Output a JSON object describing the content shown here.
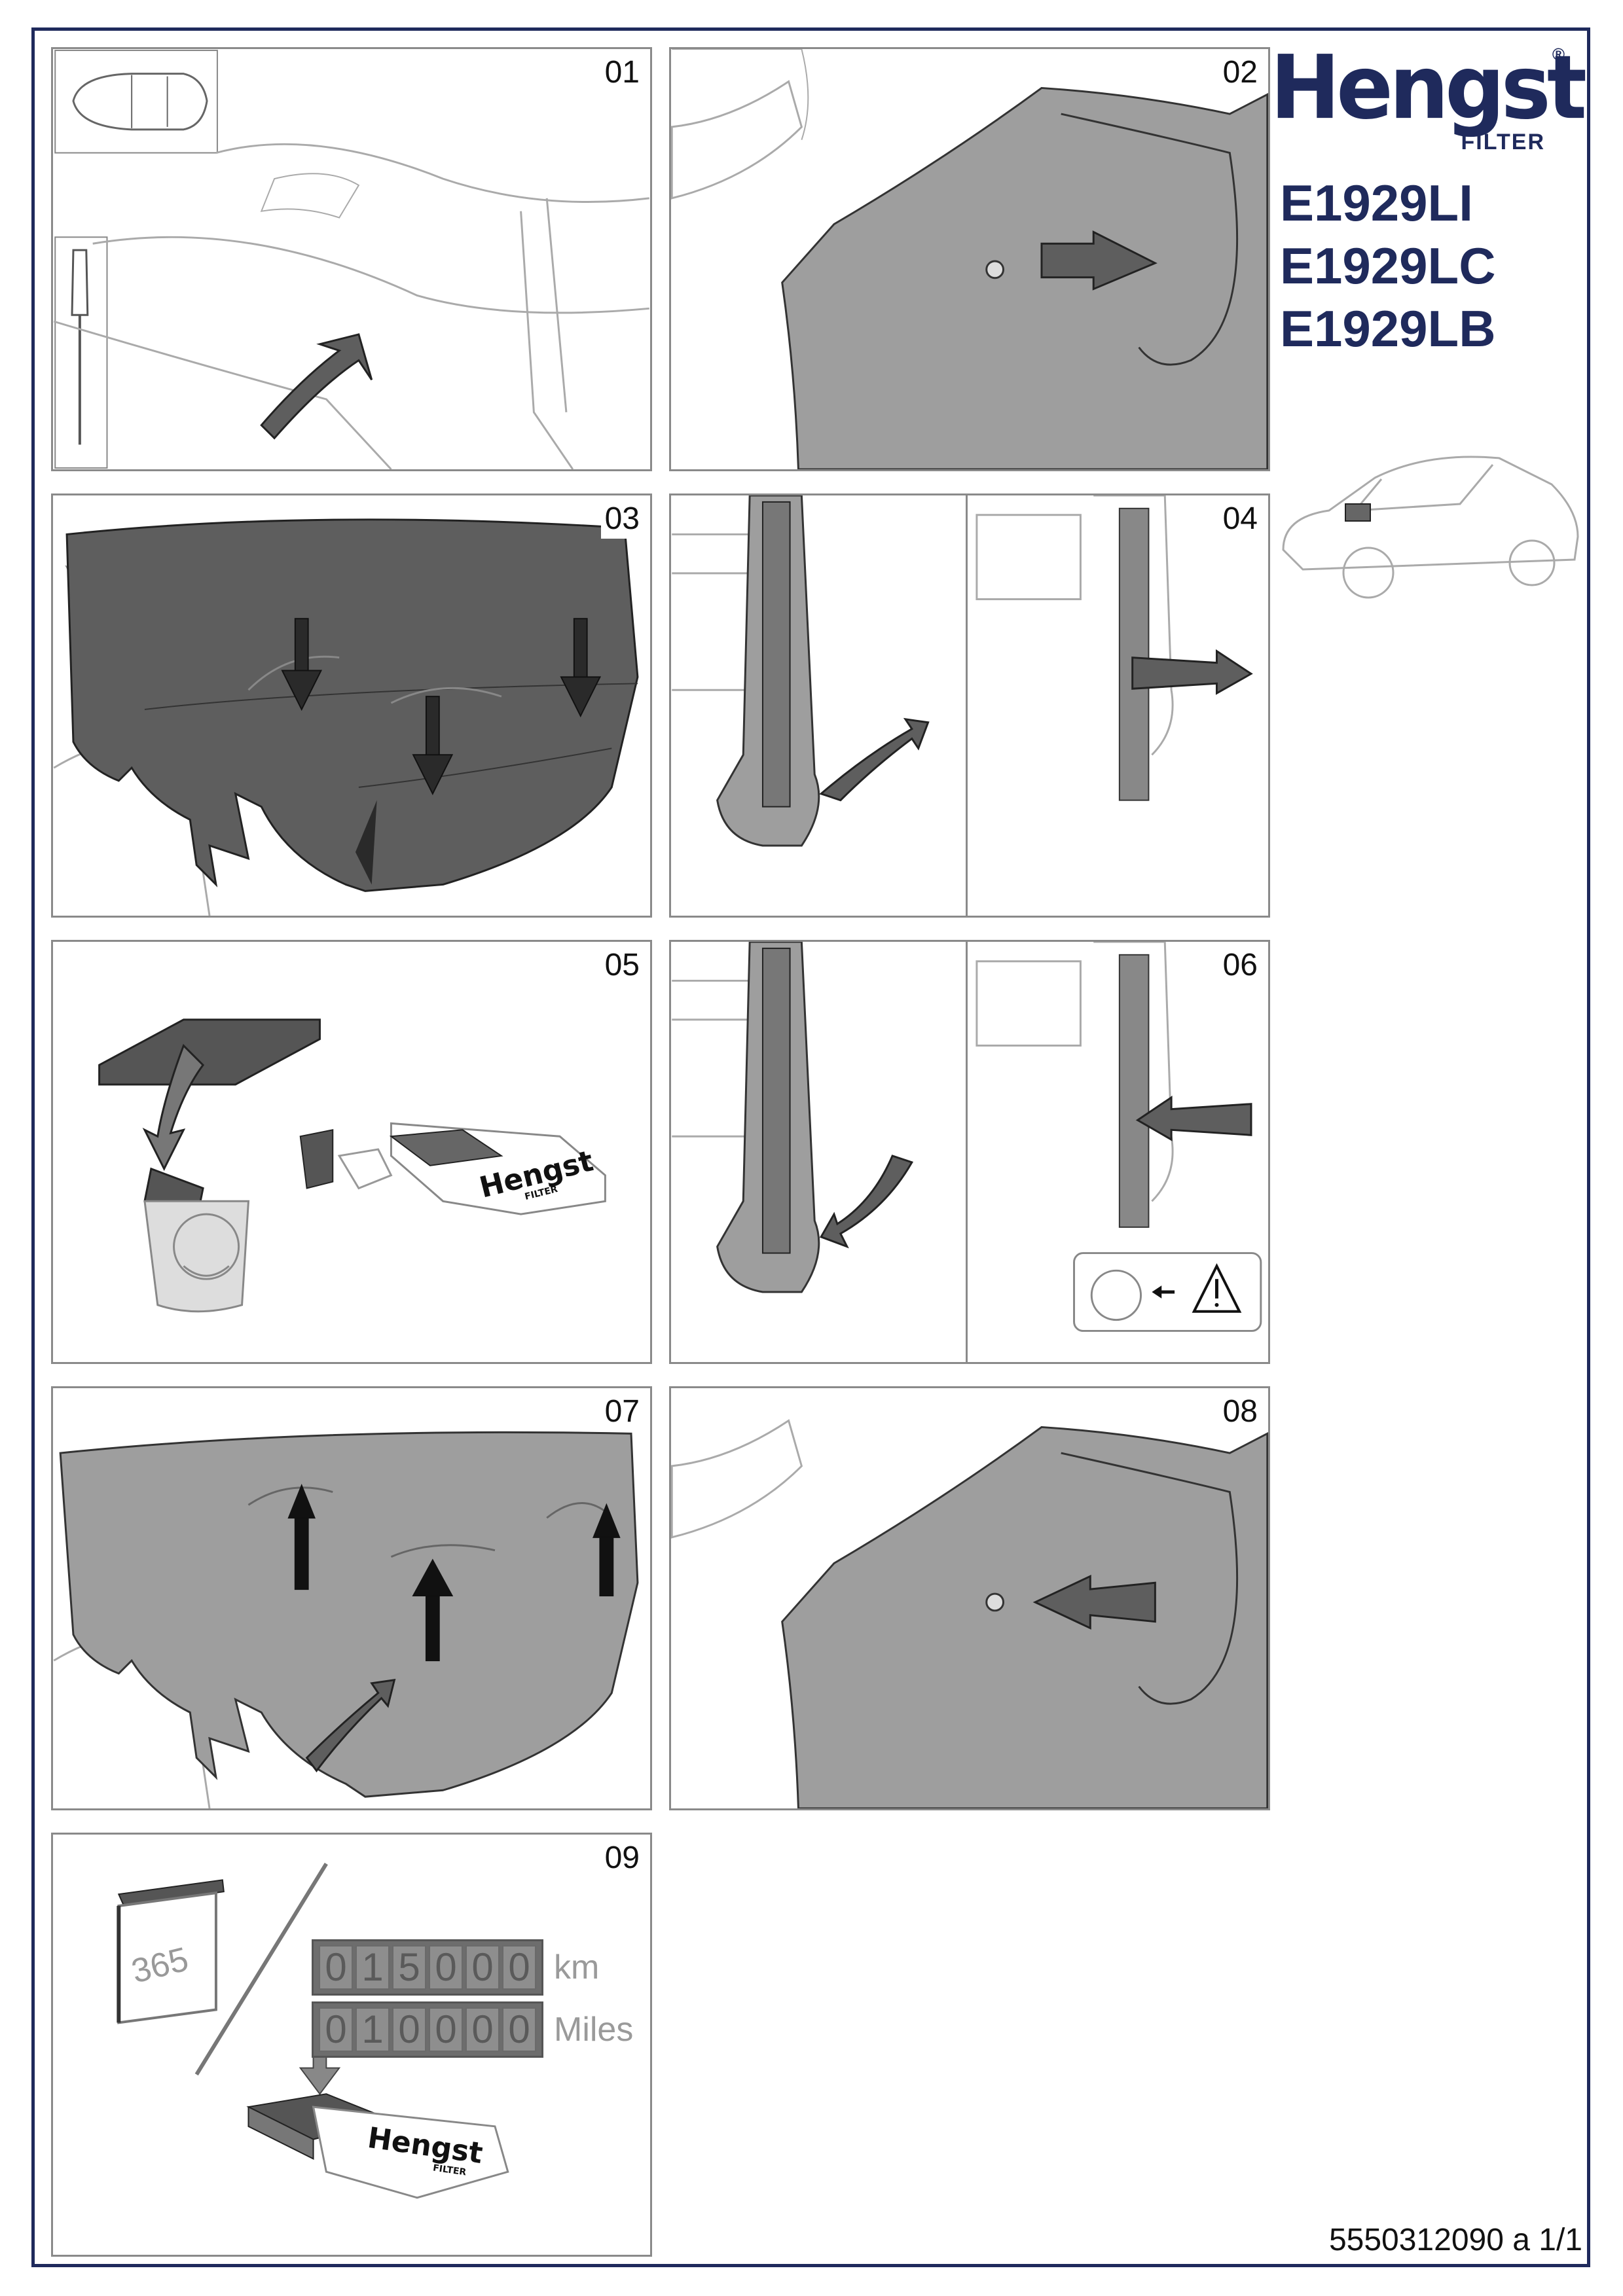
{
  "header": {
    "brand_name": "Hengst",
    "brand_sub": "FILTER",
    "registered_mark": "®",
    "part_numbers": [
      "E1929LI",
      "E1929LC",
      "E1929LB"
    ]
  },
  "steps": {
    "s01": "01",
    "s02": "02",
    "s03": "03",
    "s04": "04",
    "s05": "05",
    "s06": "06",
    "s07": "07",
    "s08": "08",
    "s09": "09"
  },
  "step05": {
    "box_brand": "Hengst",
    "box_sub": "FILTER"
  },
  "step09": {
    "calendar_days": "365",
    "odometer_km": {
      "digits": [
        "0",
        "1",
        "5",
        "0",
        "0",
        "0"
      ],
      "unit": "km"
    },
    "odometer_miles": {
      "digits": [
        "0",
        "1",
        "0",
        "0",
        "0",
        "0"
      ],
      "unit": "Miles"
    },
    "box_brand": "Hengst",
    "box_sub": "FILTER"
  },
  "footer": {
    "document_number": "5550312090 a 1/1"
  },
  "colors": {
    "brand_navy": "#1f2a5c",
    "panel_gray": "#9e9e9e",
    "dark_gray": "#5e5e5e"
  }
}
